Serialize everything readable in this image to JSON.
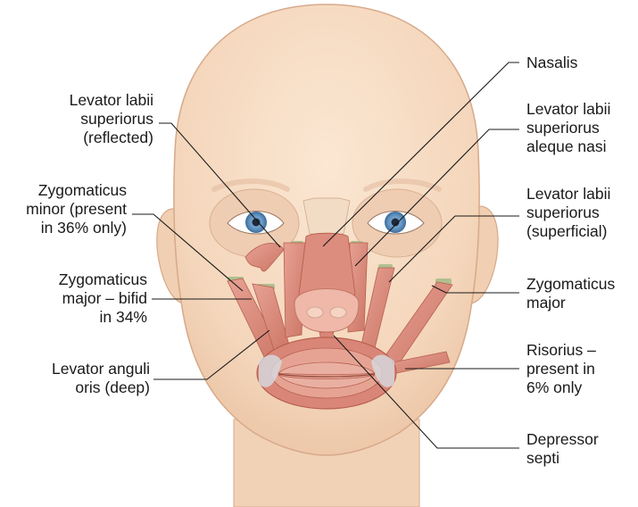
{
  "diagram": {
    "subject": "Anatomy of facial muscles",
    "left_labels": [
      {
        "id": "levator-labii-superiorus-reflected",
        "lines": [
          "Levator labii",
          "superiorus",
          "(reflected)"
        ]
      },
      {
        "id": "zygomaticus-minor",
        "lines": [
          "Zygomaticus",
          "minor (present",
          "in 36% only)"
        ]
      },
      {
        "id": "zygomaticus-major-bifid",
        "lines": [
          "Zygomaticus",
          "major – bifid",
          "in 34%"
        ]
      },
      {
        "id": "levator-anguli-oris",
        "lines": [
          "Levator anguli",
          "oris (deep)"
        ]
      }
    ],
    "right_labels": [
      {
        "id": "nasalis",
        "lines": [
          "Nasalis"
        ]
      },
      {
        "id": "levator-labii-superiorus-aleque-nasi",
        "lines": [
          "Levator labii",
          "superiorus",
          "aleque nasi"
        ]
      },
      {
        "id": "levator-labii-superiorus-superficial",
        "lines": [
          "Levator labii",
          "superiorus",
          "(superficial)"
        ]
      },
      {
        "id": "zygomaticus-major",
        "lines": [
          "Zygomaticus",
          "major"
        ]
      },
      {
        "id": "risorius",
        "lines": [
          "Risorius –",
          "present in",
          "6% only"
        ]
      },
      {
        "id": "depressor-septi",
        "lines": [
          "Depressor",
          "septi"
        ]
      }
    ],
    "colors": {
      "skin": "#f6dcc4",
      "skin_shadow": "#e9c2a4",
      "outline": "#d7a98a",
      "muscle": "#d98678",
      "muscle_dark": "#b8604f",
      "muscle_light": "#ecae9f",
      "tendon": "#c9cfd8",
      "origin_green": "#a9bd8a",
      "iris": "#5b8fbf",
      "leader_line": "#1a1a1a",
      "text": "#1a1a1a"
    }
  }
}
